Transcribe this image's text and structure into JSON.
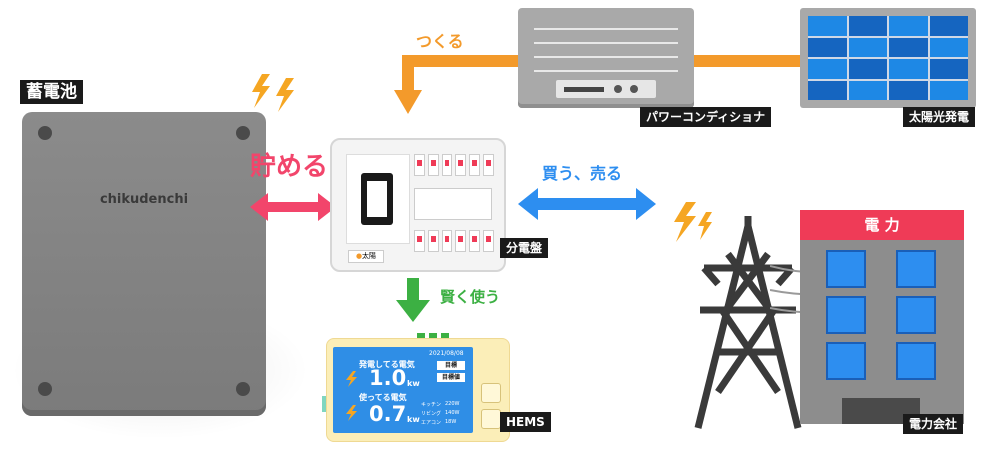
{
  "labels": {
    "battery": "蓄電池",
    "battery_brand": "chikudenchi",
    "store": "貯める",
    "make": "つくる",
    "buy_sell": "買う、売る",
    "smart_use": "賢く使う",
    "power_conditioner": "パワーコンディショナ",
    "solar": "太陽光発電",
    "panel": "分電盤",
    "panel_small": "太陽",
    "hems": "HEMS",
    "utility": "電力会社",
    "utility_sign": "電 力"
  },
  "hems_screen": {
    "date": "2021/08/08",
    "gen_label": "発電してる電気",
    "gen_value": "1.0",
    "gen_unit": "kw",
    "use_label": "使ってる電気",
    "use_value": "0.7",
    "use_unit": "kw",
    "btn1": "目標",
    "btn2": "目標値",
    "rows": [
      {
        "name": "キッチン",
        "value": "220W"
      },
      {
        "name": "リビング",
        "value": "140W"
      },
      {
        "name": "エアコン",
        "value": "18W"
      }
    ]
  },
  "colors": {
    "orange": "#f39a2b",
    "pink": "#f2456b",
    "blue": "#2d8ef0",
    "green": "#3cb043",
    "red": "#ef3b57",
    "lightning": "#f5a623",
    "tower": "#3a3a3a"
  }
}
